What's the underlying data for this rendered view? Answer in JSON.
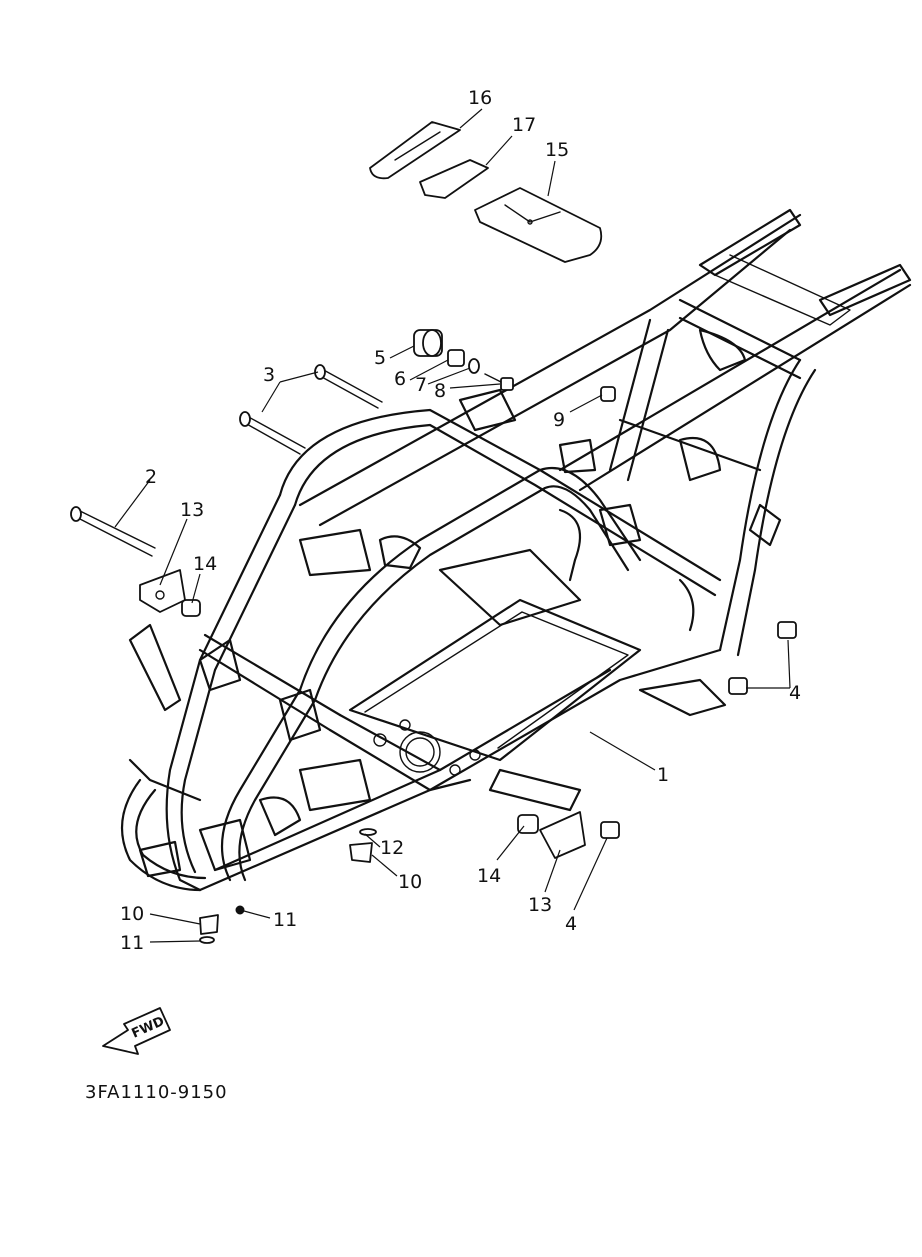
{
  "diagram": {
    "drawing_code": "3FA1110-9150",
    "direction_arrow_text": "FWD",
    "callouts": [
      {
        "id": "c1",
        "text": "1"
      },
      {
        "id": "c2",
        "text": "2"
      },
      {
        "id": "c3",
        "text": "3"
      },
      {
        "id": "c4a",
        "text": "4"
      },
      {
        "id": "c4b",
        "text": "4"
      },
      {
        "id": "c5",
        "text": "5"
      },
      {
        "id": "c6",
        "text": "6"
      },
      {
        "id": "c7",
        "text": "7"
      },
      {
        "id": "c8",
        "text": "8"
      },
      {
        "id": "c9",
        "text": "9"
      },
      {
        "id": "c10a",
        "text": "10"
      },
      {
        "id": "c10b",
        "text": "10"
      },
      {
        "id": "c11a",
        "text": "11"
      },
      {
        "id": "c11b",
        "text": "11"
      },
      {
        "id": "c12",
        "text": "12"
      },
      {
        "id": "c13a",
        "text": "13"
      },
      {
        "id": "c13b",
        "text": "13"
      },
      {
        "id": "c14a",
        "text": "14"
      },
      {
        "id": "c14b",
        "text": "14"
      },
      {
        "id": "c15",
        "text": "15"
      },
      {
        "id": "c16",
        "text": "16"
      },
      {
        "id": "c17",
        "text": "17"
      }
    ]
  }
}
